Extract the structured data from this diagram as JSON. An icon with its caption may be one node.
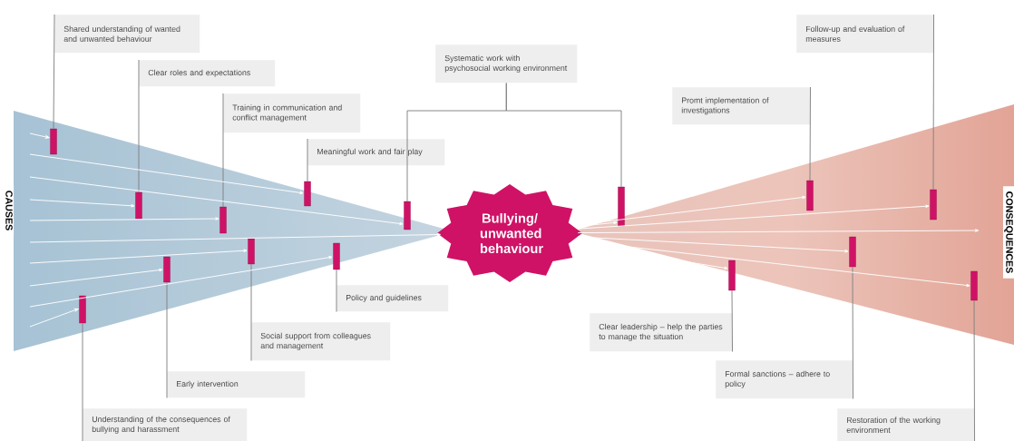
{
  "diagram": {
    "nodes": [
      {
        "text": [
          "Bullying/ unwanted behaviour"
        ]
      },
      {
        "text": [
          "Shared understanding of wanted and unwanted behaviour"
        ]
      },
      {
        "text": [
          "Clear roles and expectations"
        ]
      },
      {
        "text": [
          "Training in communication and conflict management"
        ]
      },
      {
        "text": [
          "Meaningful work and fair play"
        ]
      },
      {
        "text": [
          "Systematic work with psychosocial working environment"
        ]
      },
      {
        "text": [
          "Policy and guidelines"
        ]
      },
      {
        "text": [
          "Social support from colleagues and management"
        ]
      },
      {
        "text": [
          "Early intervention"
        ]
      },
      {
        "text": [
          "Understanding of the consequences of bullying and harassment"
        ]
      },
      {
        "text": [
          "Follow-up and evaluation of measures"
        ]
      },
      {
        "text": [
          "Promt implementation of investigations"
        ]
      },
      {
        "text": [
          "Clear leadership – help the parties to manage the situation"
        ]
      },
      {
        "text": [
          "Formal sanctions – adhere to policy"
        ]
      },
      {
        "text": [
          "Restoration of the working environment"
        ]
      },
      {
        "text": [],
        "shape": "bar"
      },
      {
        "text": [],
        "shape": "bar"
      },
      {
        "text": [],
        "shape": "bar"
      },
      {
        "text": [],
        "shape": "bar"
      },
      {
        "text": [],
        "shape": "bar"
      },
      {
        "text": [],
        "shape": "bar"
      },
      {
        "text": [],
        "shape": "bar"
      },
      {
        "text": [],
        "shape": "bar"
      },
      {
        "text": [],
        "shape": "bar"
      },
      {
        "text": [],
        "shape": "bar"
      },
      {
        "text": [],
        "shape": "bar"
      },
      {
        "text": [],
        "shape": "bar"
      },
      {
        "text": [],
        "shape": "bar"
      },
      {
        "text": [],
        "shape": "bar"
      },
      {
        "text": [],
        "shape": "bar"
      }
    ],
    "edges": [
      {
        "from": 1,
        "to": 15,
        "arrow": "none",
        "color": "#808080"
      },
      {
        "from": 2,
        "to": 17,
        "arrow": "none",
        "color": "#808080"
      },
      {
        "from": 3,
        "to": 19,
        "arrow": "none",
        "color": "#808080"
      },
      {
        "from": 4,
        "to": 21,
        "arrow": "none",
        "color": "#808080"
      },
      {
        "from": 5,
        "to": 23,
        "arrow": "none",
        "color": "#808080"
      },
      {
        "from": 5,
        "to": 24,
        "arrow": "none",
        "color": "#808080"
      },
      {
        "from": 6,
        "to": 22,
        "arrow": "none",
        "color": "#808080"
      },
      {
        "from": 7,
        "to": 20,
        "arrow": "none",
        "color": "#808080"
      },
      {
        "from": 8,
        "to": 18,
        "arrow": "none",
        "color": "#808080"
      },
      {
        "from": 9,
        "to": 16,
        "arrow": "none",
        "color": "#808080"
      },
      {
        "from": 10,
        "to": 28,
        "arrow": "none",
        "color": "#808080"
      },
      {
        "from": 11,
        "to": 26,
        "arrow": "none",
        "color": "#808080"
      },
      {
        "from": 12,
        "to": 25,
        "arrow": "none",
        "color": "#808080"
      },
      {
        "from": 13,
        "to": 27,
        "arrow": "none",
        "color": "#808080"
      },
      {
        "from": 14,
        "to": 29,
        "arrow": "none",
        "color": "#808080"
      },
      {
        "from": null,
        "to": 15,
        "arrow": "to",
        "color": "#ffffff"
      },
      {
        "from": null,
        "to": 21,
        "arrow": "to",
        "color": "#ffffff"
      },
      {
        "from": null,
        "to": 23,
        "arrow": "to",
        "color": "#ffffff"
      },
      {
        "from": null,
        "to": 17,
        "arrow": "to",
        "color": "#ffffff"
      },
      {
        "from": null,
        "to": 19,
        "arrow": "to",
        "color": "#ffffff"
      },
      {
        "from": null,
        "to": 0,
        "arrow": "to",
        "color": "#ffffff"
      },
      {
        "from": null,
        "to": 20,
        "arrow": "to",
        "color": "#ffffff"
      },
      {
        "from": null,
        "to": 18,
        "arrow": "to",
        "color": "#ffffff"
      },
      {
        "from": null,
        "to": 22,
        "arrow": "to",
        "color": "#ffffff"
      },
      {
        "from": null,
        "to": 16,
        "arrow": "to",
        "color": "#ffffff"
      },
      {
        "from": 0,
        "to": 24,
        "arrow": "to",
        "color": "#ffffff"
      },
      {
        "from": 0,
        "to": 26,
        "arrow": "to",
        "color": "#ffffff"
      },
      {
        "from": 0,
        "to": 28,
        "arrow": "to",
        "color": "#ffffff"
      },
      {
        "from": 0,
        "to": null,
        "arrow": "to",
        "color": "#ffffff"
      },
      {
        "from": 0,
        "to": 27,
        "arrow": "to",
        "color": "#ffffff"
      },
      {
        "from": 0,
        "to": 25,
        "arrow": "to",
        "color": "#ffffff"
      },
      {
        "from": 0,
        "to": 29,
        "arrow": "to",
        "color": "#ffffff"
      }
    ],
    "labels": [
      "CAUSES",
      "CONSEQUENCES"
    ]
  }
}
